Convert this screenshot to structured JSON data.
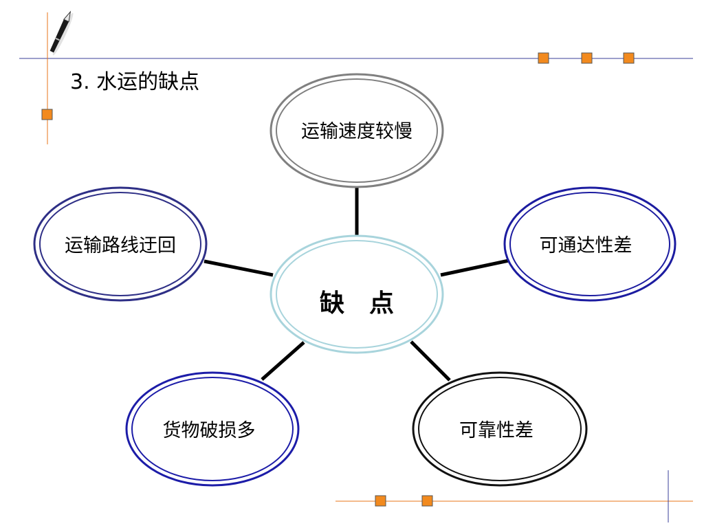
{
  "slide": {
    "title": "3. 水运的缺点"
  },
  "diagram": {
    "center": "缺　点",
    "nodes": [
      {
        "id": "top",
        "label": "运输速度较慢"
      },
      {
        "id": "left",
        "label": "运输路线迂回"
      },
      {
        "id": "right",
        "label": "可通达性差"
      },
      {
        "id": "bottom-left",
        "label": "货物破损多"
      },
      {
        "id": "bottom-right",
        "label": "可靠性差"
      }
    ]
  },
  "colors": {
    "accent_orange": "#E8751A",
    "square_fill": "#F28A1E",
    "rule_blue": "#3A3F9A",
    "center_ring": "#A8D4DC",
    "top_ring": "#808080",
    "left_ring": "#2E2F86",
    "right_ring": "#1C1CA0",
    "bottom_left_ring": "#1C1CA8",
    "bottom_right_ring": "#111111"
  },
  "icons": {
    "pen": "fountain-pen-icon"
  }
}
